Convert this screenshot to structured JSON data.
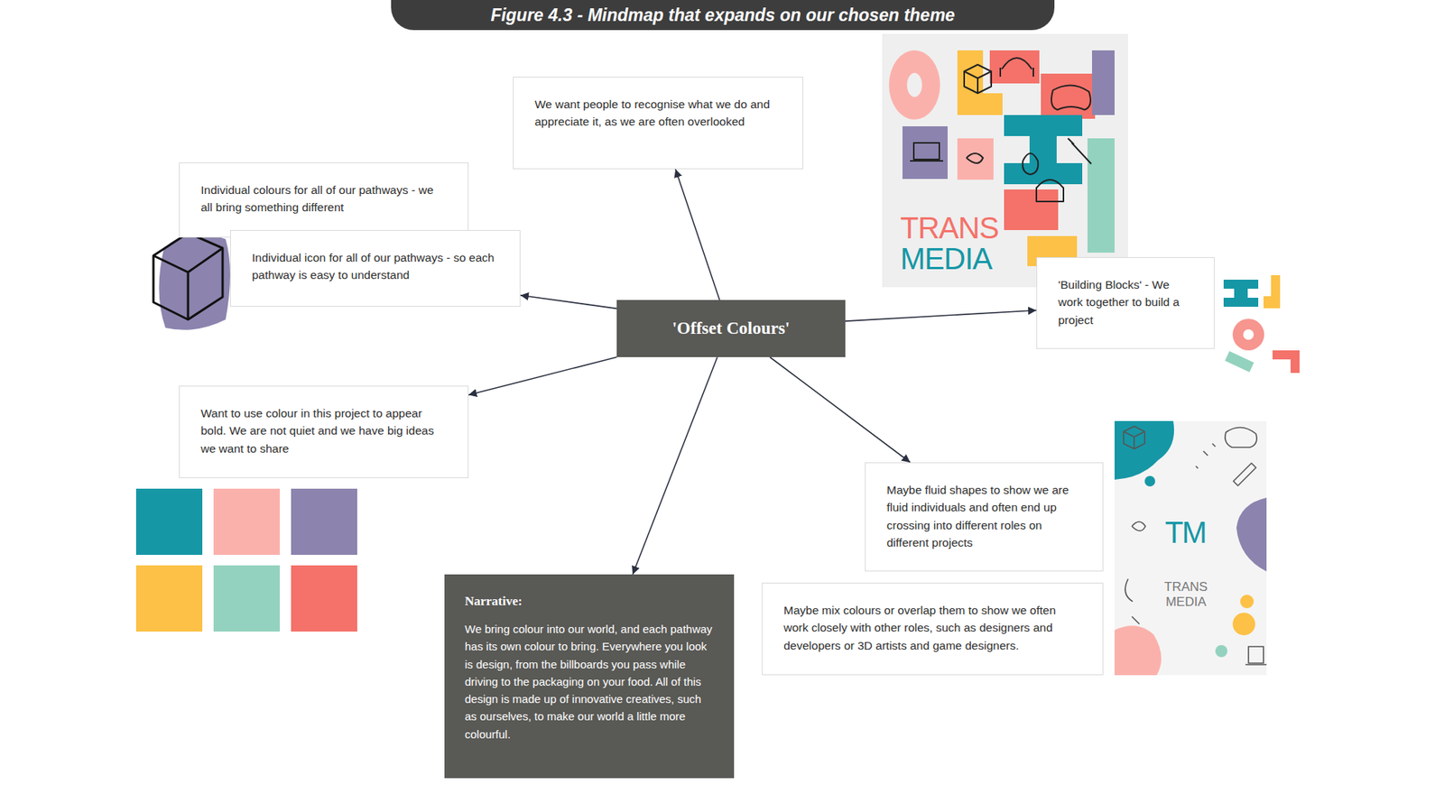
{
  "diagram": {
    "title": "Figure 4.3 - Mindmap that expands on our chosen theme",
    "nodes": [
      {
        "text": [
          "'Offset Colours'"
        ]
      },
      {
        "text": [
          "We want people to recognise what we do and appreciate it, as we are often overlooked"
        ]
      },
      {
        "text": [
          "Individual colours for all of our pathways - we all bring something different"
        ]
      },
      {
        "text": [
          "Individual icon for all of our pathways - so each pathway is easy to understand"
        ]
      },
      {
        "text": [
          "Want to use colour in this project to appear bold. We are not quiet and we have big ideas we want to share"
        ]
      },
      {
        "text": [
          "Narrative:",
          "We bring colour into our world, and each pathway has its own colour to bring. Everywhere you look is design, from the billboards you pass while driving to the packaging on your food. All of this design is made up of innovative creatives, such as ourselves, to make our world a little more colourful."
        ]
      },
      {
        "text": [
          "'Building Blocks' - We work together to build a project"
        ]
      },
      {
        "text": [
          "Maybe fluid shapes to show we are fluid individuals and often end up crossing into different roles on different projects"
        ]
      },
      {
        "text": [
          "Maybe mix colours or overlap them to show we often work closely with other roles, such as designers and developers or 3D artists and game designers."
        ]
      }
    ],
    "edges": [
      {
        "from": 0,
        "to": 1,
        "arrow": "to"
      },
      {
        "from": 0,
        "to": 3,
        "arrow": "to"
      },
      {
        "from": 0,
        "to": 4,
        "arrow": "to"
      },
      {
        "from": 0,
        "to": 5,
        "arrow": "to"
      },
      {
        "from": 0,
        "to": 7,
        "arrow": "to"
      },
      {
        "from": 0,
        "to": 6,
        "arrow": "to"
      }
    ],
    "labels": [
      "TRANS MEDIA",
      "TM",
      "TRANS MEDIA"
    ]
  }
}
